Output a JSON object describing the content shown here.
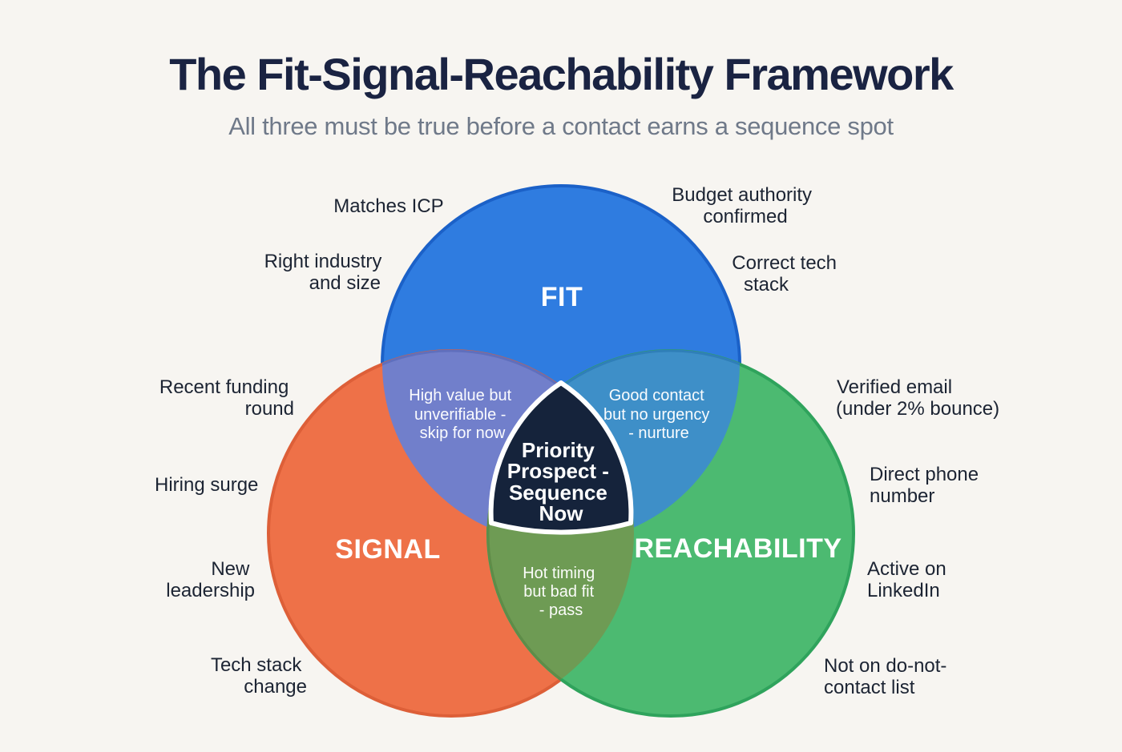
{
  "title": "The Fit-Signal-Reachability Framework",
  "subtitle": "All three must be true before a contact earns a sequence spot",
  "colors": {
    "background": "#F7F5F1",
    "title": "#1A2342",
    "subtitle": "#6F7989",
    "label": "#1C2433",
    "light_text": "#FFFFFF",
    "fit": "#2F7CE0",
    "fit_edge": "#1B61C8",
    "signal": "#EE7148",
    "signal_edge": "#DD5F38",
    "reachability": "#4CBA71",
    "reachability_edge": "#2FA35C",
    "fit_signal_overlap": "#717FCB",
    "fit_signal_overlap_edge": "#5F6FBD",
    "fit_reachability_overlap": "#3E8FC8",
    "fit_reachability_overlap_edge": "#2F7FB8",
    "signal_reachability_overlap": "#6E9B54",
    "signal_reachability_overlap_edge": "#5F8C48",
    "center_fill": "#15233B",
    "center_border": "#FFFFFF"
  },
  "circles": {
    "fit": {
      "label": "FIT"
    },
    "signal": {
      "label": "SIGNAL"
    },
    "reachability": {
      "label": "REACHABILITY"
    }
  },
  "center": {
    "lines": [
      "Priority",
      "Prospect -",
      "Sequence",
      "Now"
    ]
  },
  "overlaps": {
    "fit_signal": {
      "lines": [
        "High value but",
        "unverifiable -",
        "skip for now"
      ]
    },
    "fit_reachability": {
      "lines": [
        "Good contact",
        "but no urgency",
        "- nurture"
      ]
    },
    "signal_reachability": {
      "lines": [
        "Hot timing",
        "but bad fit",
        "- pass"
      ]
    }
  },
  "outer_labels": {
    "fit": [
      {
        "lines": [
          "Matches ICP"
        ]
      },
      {
        "lines": [
          "Right industry",
          "and size"
        ]
      },
      {
        "lines": [
          "Budget authority",
          "confirmed"
        ]
      },
      {
        "lines": [
          "Correct tech",
          "stack"
        ]
      }
    ],
    "signal": [
      {
        "lines": [
          "Recent funding",
          "round"
        ]
      },
      {
        "lines": [
          "Hiring surge"
        ]
      },
      {
        "lines": [
          "New",
          "leadership"
        ]
      },
      {
        "lines": [
          "Tech stack",
          "change"
        ]
      }
    ],
    "reachability": [
      {
        "lines": [
          "Verified email",
          "(under 2% bounce)"
        ]
      },
      {
        "lines": [
          "Direct phone",
          "number"
        ]
      },
      {
        "lines": [
          "Active on",
          "LinkedIn"
        ]
      },
      {
        "lines": [
          "Not on do-not-",
          "contact list"
        ]
      }
    ]
  }
}
